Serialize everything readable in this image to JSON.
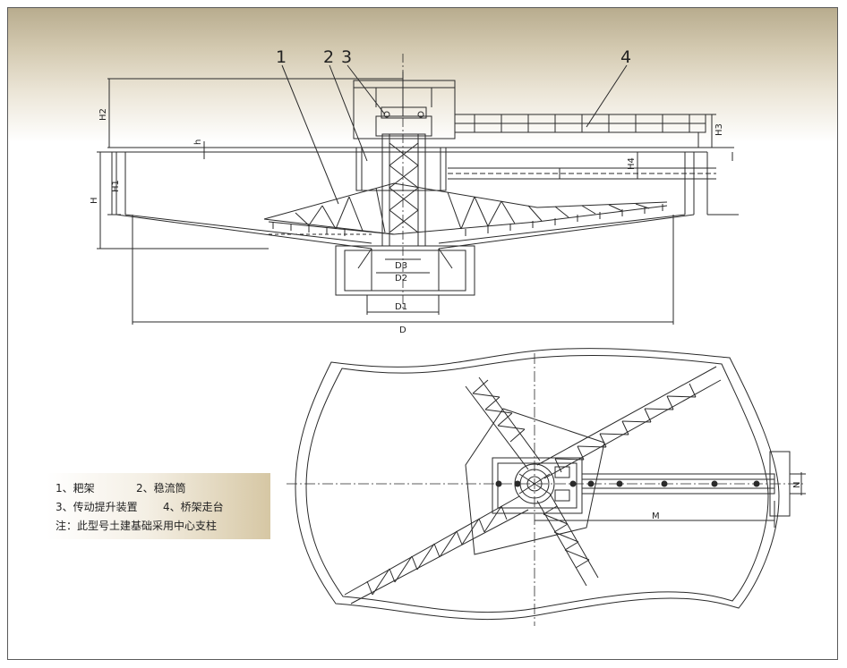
{
  "callouts": [
    "1",
    "2",
    "3",
    "4"
  ],
  "dimensions": {
    "H2": "H2",
    "H": "H",
    "H1": "H1",
    "h": "h",
    "H3": "H3",
    "H4": "H4",
    "D3": "D3",
    "D2": "D2",
    "D1": "D1",
    "D": "D",
    "M": "M",
    "N": "N"
  },
  "legend": {
    "line1_a": "1、耙架",
    "line1_b": "2、稳流筒",
    "line2_a": "3、传动提升装置",
    "line2_b": "4、桥架走台",
    "note": "注：此型号土建基础采用中心支柱"
  },
  "colors": {
    "line": "#2a2a2a",
    "frame_border": "#5a5a5a",
    "header_tan": "#b8ac8e",
    "legend_tan": "#d6c7a4"
  }
}
